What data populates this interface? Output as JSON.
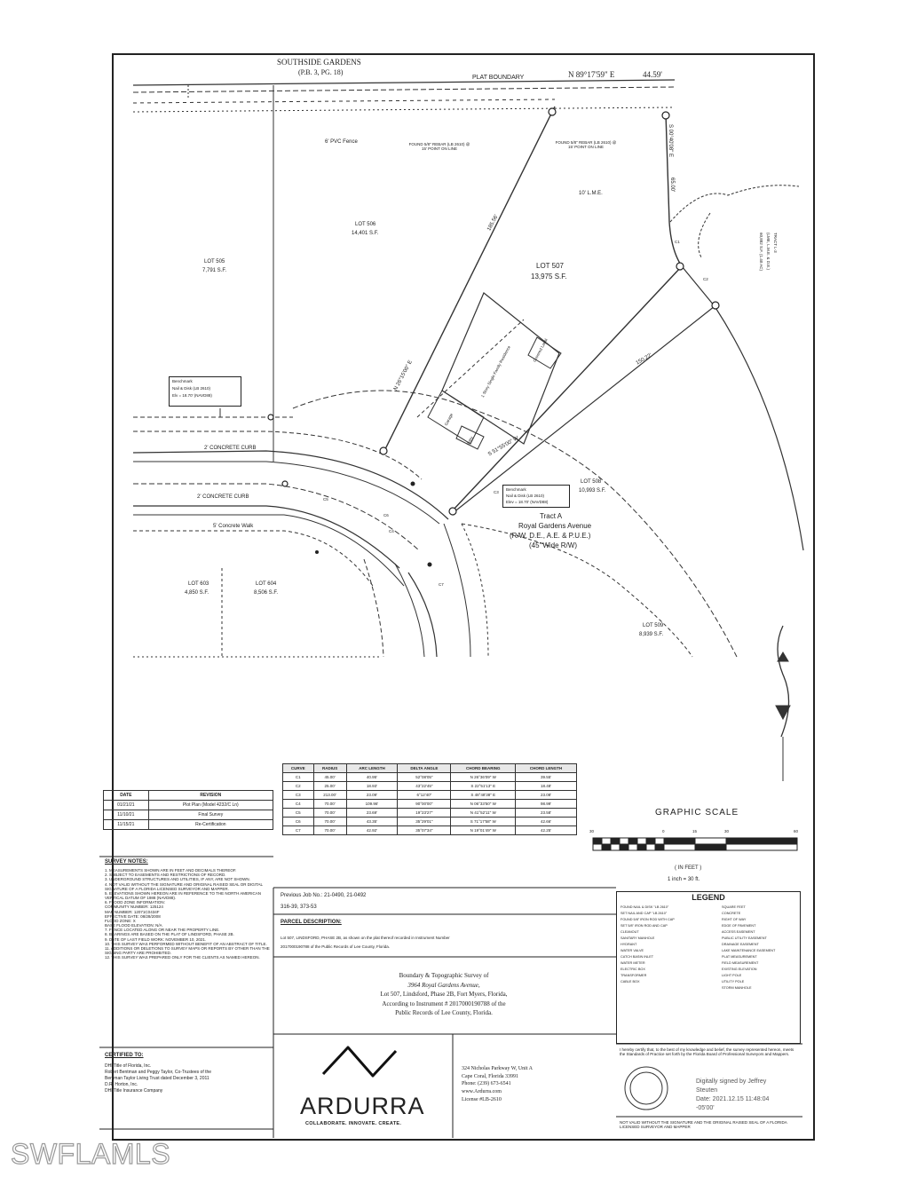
{
  "header": {
    "subdivision": "SOUTHSIDE GARDENS",
    "plat_ref": "(P.B. 3, PG. 18)",
    "plat_boundary": "PLAT BOUNDARY",
    "bearing_top": "N 89°17'59\" E",
    "distance_top": "44.59'"
  },
  "plan_labels": {
    "pvc_fence": "6' PVC Fence",
    "rebar_left": "FOUND 5/8\" REBAR (LB 2610) @ 15' POINT ON LINE",
    "rebar_right": "FOUND 5/8\" REBAR (LB 2610) @ 15' POINT ON LINE",
    "lme": "10' L.M.E.",
    "bearing_right": "S 00°40'08\" E",
    "dist_right": "65.00'",
    "dist_diag": "185.56'",
    "bearing_diag": "N 26°15'00\" E",
    "bearing_bottom": "S 51°55'00\" W",
    "dist_bottom": "150.22'",
    "lot506": "LOT 506",
    "lot506_area": "14,401 S.F.",
    "lot505": "LOT 505",
    "lot505_area": "7,791 S.F.",
    "lot507": "LOT 507",
    "lot507_area": "13,975 S.F.",
    "lot508": "LOT 508",
    "lot508_area": "10,993 S.F.",
    "lot509": "LOT 509",
    "lot509_area": "8,939 S.F.",
    "lot603": "LOT 603",
    "lot603_area": "4,850 S.F.",
    "lot604": "LOT 604",
    "lot604_area": "8,506 S.F.",
    "benchmark1_title": "Benchmark",
    "benchmark1_text": "Nail & Disk (LB 2610)",
    "benchmark1_elev": "Elv = 18.70' (NAVD88)",
    "benchmark2_title": "Benchmark",
    "benchmark2_text": "Nail & Disk (LB 2610)",
    "benchmark2_elev": "Elev = 18.70' (NAVD88)",
    "curb1": "2' CONCRETE CURB",
    "curb2": "2' CONCRETE CURB",
    "walk": "5' Concrete Walk",
    "tract_a": "Tract A",
    "tract_a_street": "Royal Gardens Avenue",
    "tract_a_ease": "(R/W, D.E., A.E. & P.U.E.)",
    "tract_a_width": "(45' Wide R/W)",
    "tract_l3": "TRACT L-3",
    "tract_l3_ease": "(LME, L.M.E. & D.E.)",
    "tract_l3_area": "60,882 S.F. (1.40 AC)",
    "house": "1 Story Single Family Residence",
    "garage": "Garage",
    "entry": "Entry",
    "lanai": "Covered Lanai",
    "curves": [
      "C1",
      "C2",
      "C3",
      "C4",
      "C5",
      "C6",
      "C7"
    ]
  },
  "curve_table": {
    "headers": [
      "CURVE",
      "RADIUS",
      "ARC LENGTH",
      "DELTA ANGLE",
      "CHORD BEARING",
      "CHORD LENGTH"
    ],
    "rows": [
      [
        "C1",
        "45.00'",
        "40.95'",
        "52°08'05\"",
        "N 26°36'09\" W",
        "39.55'"
      ],
      [
        "C2",
        "25.00'",
        "18.93'",
        "43°22'45\"",
        "S 22°51'13\" E",
        "18.48'"
      ],
      [
        "C3",
        "213.00'",
        "23.09'",
        "6°12'40\"",
        "S 48°48'38\" E",
        "23.08'"
      ],
      [
        "C4",
        "70.00'",
        "109.96'",
        "90°00'00\"",
        "N 06°33'50\" W",
        "98.99'"
      ],
      [
        "C5",
        "70.00'",
        "23.69'",
        "19°23'27\"",
        "N 41°52'11\" W",
        "23.58'"
      ],
      [
        "C6",
        "70.00'",
        "43.35'",
        "35°29'01\"",
        "S 71°17'58\" W",
        "42.66'"
      ],
      [
        "C7",
        "70.00'",
        "42.92'",
        "35°07'34\"",
        "N 19°01'49\" W",
        "42.25'"
      ]
    ]
  },
  "revisions": {
    "headers": [
      "DATE",
      "REVISION"
    ],
    "rows": [
      [
        "01/21/21",
        "Plot Plan (Model 4232/C Ln)"
      ],
      [
        "11/10/21",
        "Final Survey"
      ],
      [
        "11/15/21",
        "Re-Certification"
      ]
    ]
  },
  "graphic_scale": {
    "title": "GRAPHIC SCALE",
    "ticks": [
      "30",
      "0",
      "15",
      "30",
      "60"
    ],
    "unit": "( IN FEET )",
    "ratio": "1 inch = 30 ft."
  },
  "survey_notes": {
    "title": "SURVEY NOTES:",
    "lines": [
      "1. MEASUREMENTS SHOWN ARE IN FEET AND DECIMALS THEREOF.",
      "2. SUBJECT TO EASEMENTS AND RESTRICTIONS OF RECORD.",
      "3. UNDERGROUND STRUCTURES AND UTILITIES, IF ANY, ARE NOT SHOWN.",
      "4. NOT VALID WITHOUT THE SIGNATURE AND ORIGINAL RAISED SEAL OR DIGITAL SIGNATURE OF A FLORIDA LICENSED SURVEYOR AND MAPPER.",
      "5. ELEVATIONS SHOWN HEREON ARE IN REFERENCE TO THE NORTH AMERICAN VERTICAL DATUM OF 1988 (NAVD88).",
      "6. FLOOD ZONE INFORMATION:",
      "   COMMUNITY NUMBER: 125124",
      "   MAP NUMBER: 12071C0434F",
      "   EFFECTIVE DATE: 08/28/2008",
      "   FLOOD ZONE: X",
      "   BASE FLOOD ELEVATION: N/A",
      "7. FENCE LOCATED ALONG OR NEAR THE PROPERTY LINE.",
      "8. BEARINGS ARE BASED ON THE PLAT OF LINDSFORD, PHASE 2B.",
      "9. DATE OF LAST FIELD WORK: NOVEMBER 10, 2021.",
      "10. THIS SURVEY WAS PERFORMED WITHOUT BENEFIT OF AN ABSTRACT OF TITLE.",
      "11. ADDITIONS OR DELETIONS TO SURVEY MAPS OR REPORTS BY OTHER THAN THE SIGNING PARTY ARE PROHIBITED.",
      "12. THIS SURVEY WAS PREPARED ONLY FOR THE CLIENTS AS NAMED HEREON."
    ]
  },
  "job": {
    "previous_job": "Previous Job No.: 21-0490, 21-0492",
    "job_no": "316-39, 373-53"
  },
  "parcel": {
    "title": "PARCEL DESCRIPTION:",
    "text1": "Lot 507, LINDSFORD, PHASE 2B, as shown on the plat thereof recorded in Instrument Number",
    "text2": "2017000190788 of the Public Records of Lee County, Florida."
  },
  "title_block": {
    "l1": "Boundary & Topographic Survey of",
    "l2": "3964 Royal Gardens Avenue,",
    "l3": "Lot 507, Lindsford, Phase 2B, Fort Myers, Florida,",
    "l4": "According to Instrument # 2017000190788 of the",
    "l5": "Public Records of Lee County, Florida."
  },
  "certified": {
    "title": "CERTIFIED TO:",
    "lines": [
      "DHI Title of Florida, Inc.",
      "Robert Bentman and Peggy Taylor, Co-Trustees of the",
      "Bentman Taylor Living Trust dated December 3, 2011",
      "D.R. Horton, Inc.",
      "DHI Title Insurance Company"
    ]
  },
  "company": {
    "name": "ARDURRA",
    "tagline": "COLLABORATE. INNOVATE. CREATE.",
    "address1": "324 Nicholas Parkway W, Unit A",
    "address2": "Cape Coral, Florida 33991",
    "phone": "Phone: (239) 673-6541",
    "web": "www.Ardurra.com",
    "license": "License #LB-2610"
  },
  "signature": {
    "l1": "Digitally signed by Jeffrey",
    "l2": "Steuten",
    "l3": "Date: 2021.12.15 11:48:04",
    "l4": "-05'00'"
  },
  "legend": {
    "title": "LEGEND",
    "left": [
      "FOUND NAIL & DISK \"LB 2610\"",
      "SET NAIL AND CAP \"LB 2610\"",
      "FOUND 5/8\" IRON ROD WITH CAP",
      "SET 5/8\" IRON ROD AND CAP",
      "CLEANOUT",
      "SANITARY MANHOLE",
      "HYDRANT",
      "WATER VALVE",
      "CATCH BASIN INLET",
      "WATER METER",
      "ELECTRIC BOX",
      "TRANSFORMER",
      "CABLE BOX"
    ],
    "right": [
      "SQUARE FEET",
      "CONCRETE",
      "RIGHT OF WAY",
      "EDGE OF PAVEMENT",
      "ACCESS EASEMENT",
      "PUBLIC UTILITY EASEMENT",
      "DRAINAGE EASEMENT",
      "LAKE MAINTENANCE EASEMENT",
      "PLAT MEASUREMENT",
      "FIELD MEASUREMENT",
      "EXISTING ELEVATION",
      "LIGHT POLE",
      "UTILITY POLE",
      "STORM MANHOLE"
    ]
  },
  "cert_statement": "I hereby certify that, to the best of my knowledge and belief, the survey represented hereon, meets the Standards of Practice set forth by the Florida Board of Professional Surveyors and Mappers.",
  "footer_note": "NOT VALID WITHOUT THE SIGNATURE AND THE ORIGINAL RAISED SEAL OF A FLORIDA LICENSED SURVEYOR AND MAPPER",
  "watermark": "SWFLAMLS"
}
